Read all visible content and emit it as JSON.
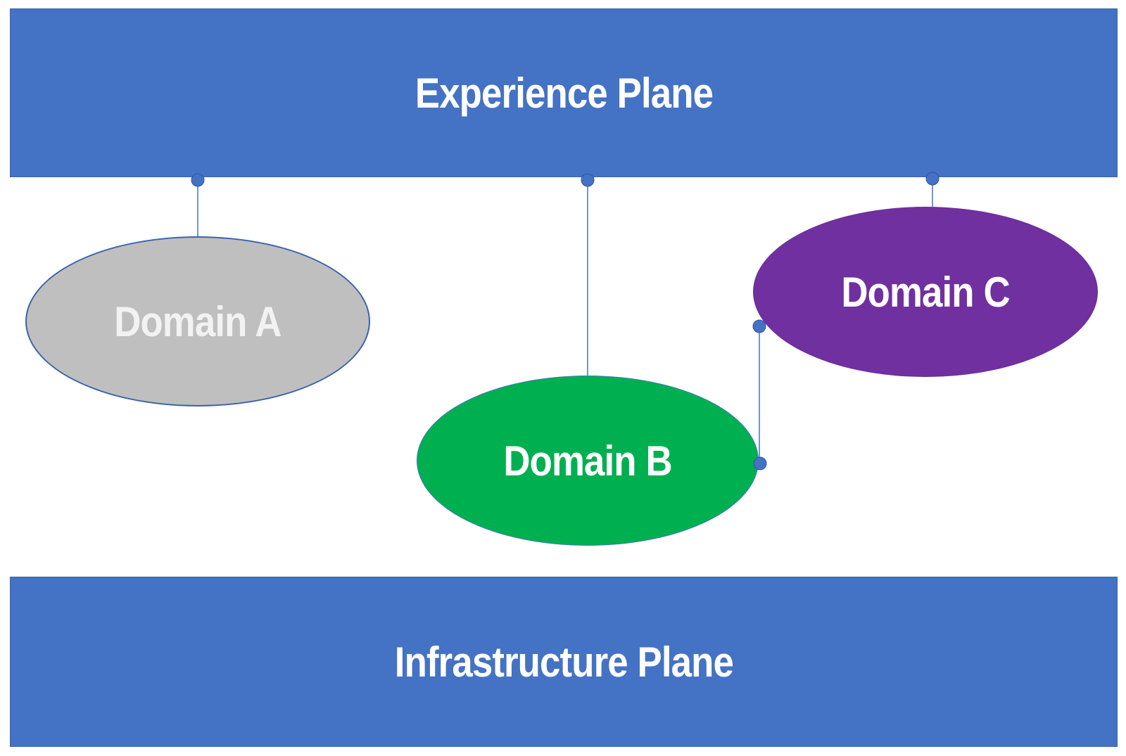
{
  "planes": {
    "experience": {
      "label": "Experience Plane",
      "color": "#4472c4"
    },
    "infrastructure": {
      "label": "Infrastructure Plane",
      "color": "#4472c4"
    }
  },
  "domains": [
    {
      "id": "a",
      "label": "Domain A",
      "color": "#bfbfbf"
    },
    {
      "id": "b",
      "label": "Domain B",
      "color": "#00b050"
    },
    {
      "id": "c",
      "label": "Domain C",
      "color": "#7030a0"
    }
  ],
  "connector_color": "#4472c4"
}
